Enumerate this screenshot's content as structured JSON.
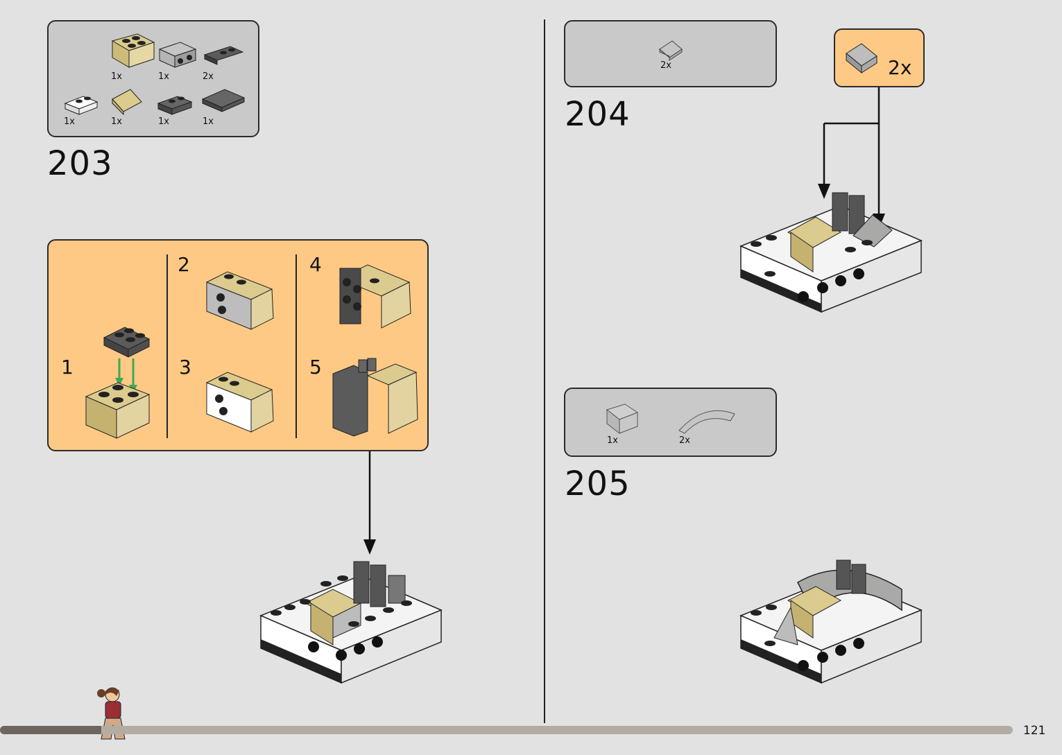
{
  "colors": {
    "page_bg": "#e2e2e2",
    "parts_bg": "#c8c9c8",
    "submodel_bg": "#fec985",
    "tan": "#dccb8e",
    "dark_gray": "#5b5b5b",
    "light_gray": "#a9aaa8",
    "white": "#ffffff",
    "green_arrow": "#3daa55",
    "progress_done": "#6e665e",
    "progress_track": "#b3aca3"
  },
  "step203": {
    "number": "203",
    "parts": [
      {
        "name": "tan-brick-2x2-icon",
        "qty": "1x"
      },
      {
        "name": "gray-bracket-icon",
        "qty": "1x"
      },
      {
        "name": "dark-clip-plate-icon",
        "qty": "2x"
      },
      {
        "name": "white-plate-1x2-icon",
        "qty": "1x"
      },
      {
        "name": "tan-slope-icon",
        "qty": "1x"
      },
      {
        "name": "dark-plate-1x2-icon",
        "qty": "1x"
      },
      {
        "name": "dark-tile-2x2-icon",
        "qty": "1x"
      }
    ],
    "substeps": [
      {
        "number": "1"
      },
      {
        "number": "2"
      },
      {
        "number": "3"
      },
      {
        "number": "4"
      },
      {
        "number": "5"
      }
    ]
  },
  "step204": {
    "number": "204",
    "parts": [
      {
        "name": "gray-slope-icon",
        "qty": "2x"
      }
    ],
    "callout_qty": "2x"
  },
  "step205": {
    "number": "205",
    "parts": [
      {
        "name": "gray-windscreen-icon",
        "qty": "1x"
      },
      {
        "name": "gray-curved-slope-icon",
        "qty": "2x"
      }
    ]
  },
  "footer": {
    "page_number": "121",
    "progress": 0.1
  }
}
